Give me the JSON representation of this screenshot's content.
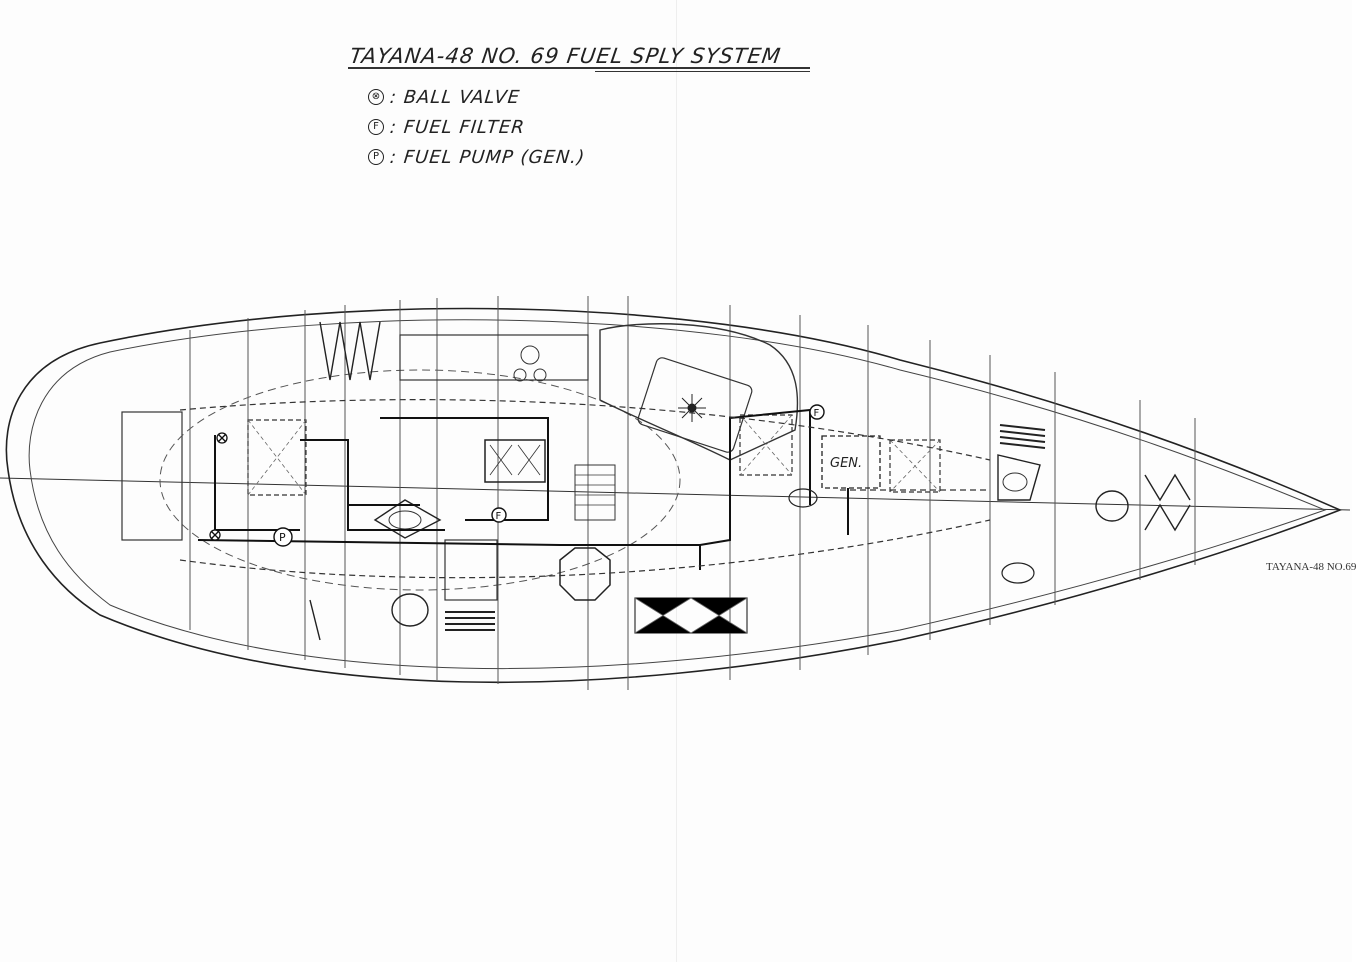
{
  "title": "TAYANA-48 NO. 69 FUEL SPLY SYSTEM",
  "legend": [
    {
      "symbol": "⊗",
      "label": ": BALL VALVE"
    },
    {
      "symbol": "F",
      "label": ": FUEL FILTER"
    },
    {
      "symbol": "P",
      "label": ": FUEL PUMP (GEN.)"
    }
  ],
  "diagram": {
    "generator_label": "GEN.",
    "filter_symbol": "F",
    "pump_symbol": "P",
    "stamp": "TAYANA-48 NO.69"
  }
}
